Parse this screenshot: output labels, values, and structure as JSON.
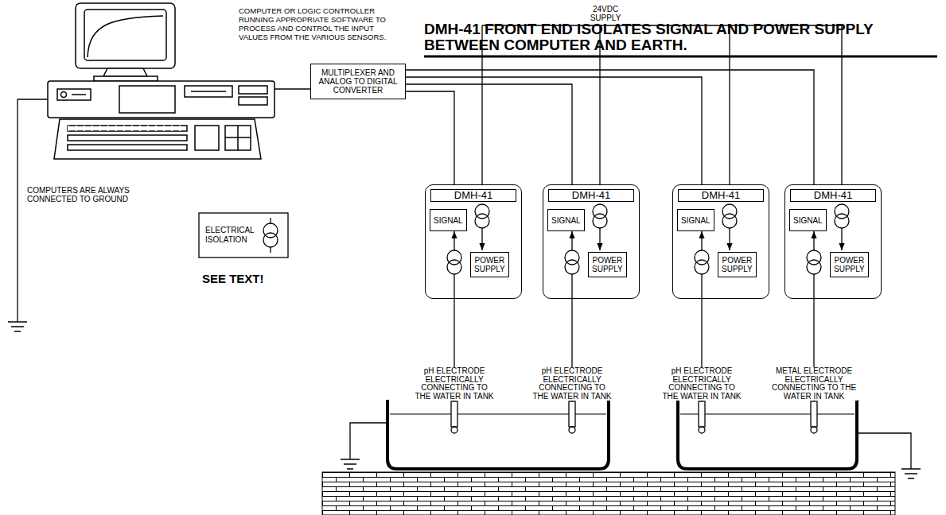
{
  "diagram": {
    "title": "DMH-41 FRONT END ISOLATES SIGNAL AND POWER SUPPLY BETWEEN COMPUTER AND EARTH.",
    "nodes": [
      {
        "text": [
          "MULTIPLEXER AND ANALOG TO DIGITAL CONVERTER"
        ]
      },
      {
        "text": [
          "DMH-41"
        ]
      },
      {
        "text": [
          "SIGNAL"
        ],
        "in": 1
      },
      {
        "text": [
          "POWER SUPPLY"
        ],
        "in": 1
      },
      {
        "text": [
          "DMH-41"
        ]
      },
      {
        "text": [
          "SIGNAL"
        ],
        "in": 4
      },
      {
        "text": [
          "POWER SUPPLY"
        ],
        "in": 4
      },
      {
        "text": [
          "DMH-41"
        ]
      },
      {
        "text": [
          "SIGNAL"
        ],
        "in": 7
      },
      {
        "text": [
          "POWER SUPPLY"
        ],
        "in": 7
      },
      {
        "text": [
          "DMH-41"
        ]
      },
      {
        "text": [
          "SIGNAL"
        ],
        "in": 10
      },
      {
        "text": [
          "POWER SUPPLY"
        ],
        "in": 10
      }
    ],
    "edges": [
      {
        "from": 0,
        "to": 1,
        "arrow": "none"
      },
      {
        "from": 0,
        "to": 4,
        "arrow": "none"
      },
      {
        "from": 0,
        "to": 7,
        "arrow": "none"
      },
      {
        "from": 0,
        "to": 10,
        "arrow": "none"
      }
    ],
    "labels": [
      "COMPUTER OR LOGIC CONTROLLER RUNNING APPROPRIATE SOFTWARE TO PROCESS AND CONTROL THE INPUT VALUES FROM THE VARIOUS SENSORS.",
      "24VDC SUPPLY",
      "COMPUTERS ARE ALWAYS CONNECTED TO GROUND",
      "SEE TEXT!",
      "pH ELECTRODE ELECTRICALLY CONNECTING TO THE WATER IN TANK",
      "pH ELECTRODE ELECTRICALLY CONNECTING TO THE WATER IN TANK",
      "pH ELECTRODE ELECTRICALLY CONNECTING TO THE WATER IN TANK",
      "METAL ELECTRODE ELECTRICALLY CONNECTING TO THE WATER IN TANK"
    ],
    "legend": [
      {
        "text": "ELECTRICAL ISOLATION"
      }
    ]
  }
}
